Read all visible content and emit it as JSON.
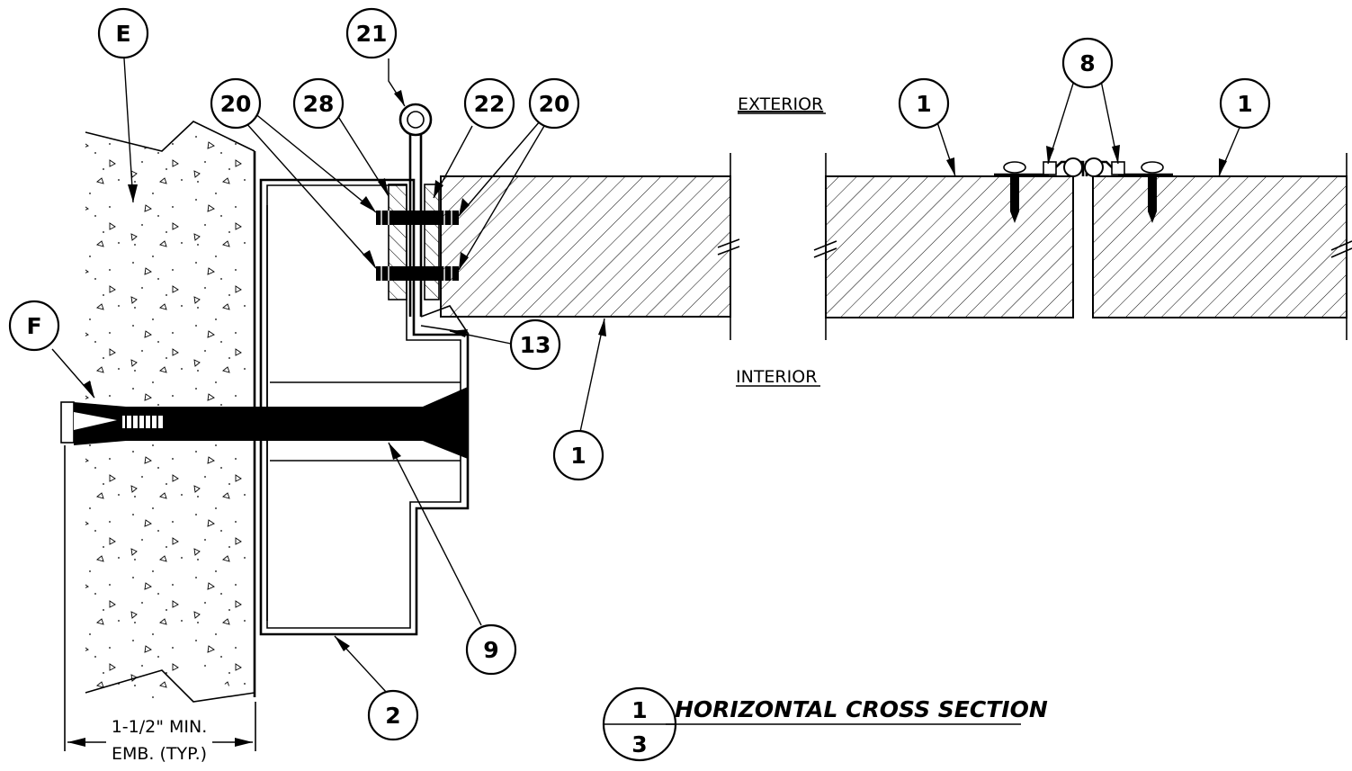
{
  "labels": {
    "exterior": "EXTERIOR",
    "interior": "INTERIOR",
    "embedment_line1": "1-1/2\" MIN.",
    "embedment_line2": "EMB. (TYP.)"
  },
  "title": {
    "detail_number": "1",
    "sheet_number": "3",
    "text": "HORIZONTAL CROSS SECTION"
  },
  "callouts": {
    "E": "E",
    "F": "F",
    "c21": "21",
    "c20a": "20",
    "c28": "28",
    "c22": "22",
    "c20b": "20",
    "c13": "13",
    "c1a": "1",
    "c9": "9",
    "c2": "2",
    "c8": "8",
    "c1b": "1",
    "c1c": "1"
  }
}
